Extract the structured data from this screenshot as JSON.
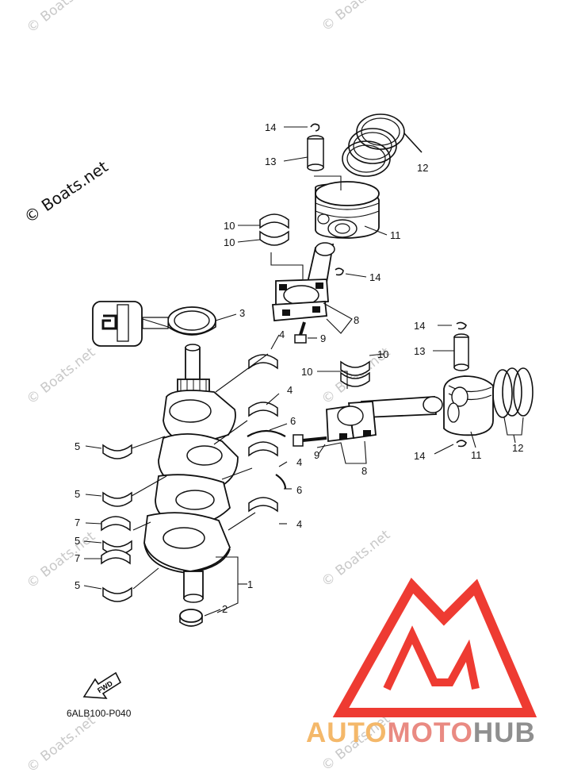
{
  "copyright_text": "© Boats.net",
  "watermark_text": "© Boats.net",
  "drawing_code": "6ALB100-P040",
  "fwd_label": "FWD",
  "brand": {
    "part1": "AUTO",
    "part2": "MOTO",
    "part3": "HUB"
  },
  "callouts": [
    "14",
    "13",
    "12",
    "11",
    "10",
    "10",
    "14",
    "3",
    "8",
    "9",
    "4",
    "14",
    "13",
    "10",
    "10",
    "4",
    "6",
    "4",
    "6",
    "4",
    "5",
    "5",
    "7",
    "5",
    "7",
    "5",
    "1",
    "2",
    "9",
    "8",
    "11",
    "12",
    "14"
  ],
  "colors": {
    "logo_red": "#ee3b32",
    "logo_orange": "#f4b86a",
    "logo_gray": "#8f8f8f",
    "line": "#111111"
  }
}
